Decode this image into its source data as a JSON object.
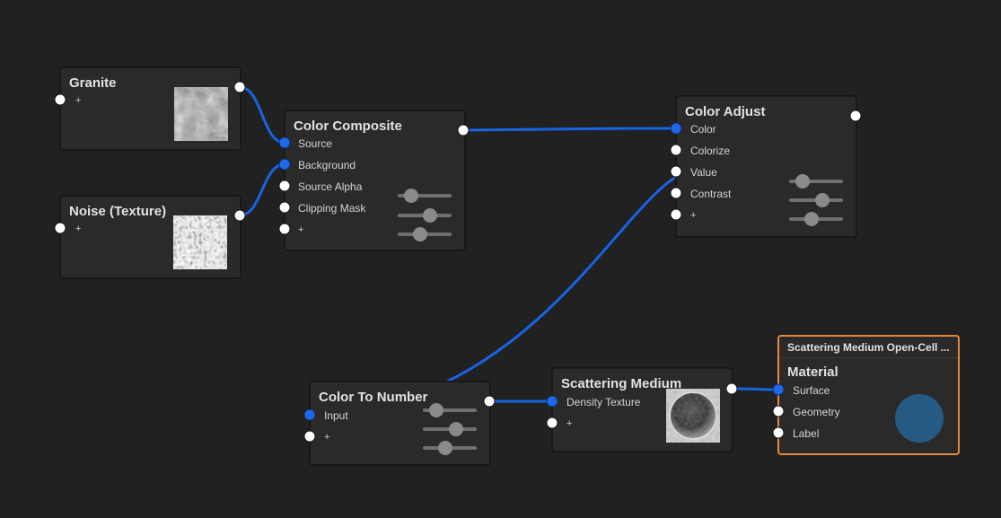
{
  "colors": {
    "wire": "#1764e4",
    "port_connected": "#1f68e8",
    "port_open": "#ffffff",
    "selected_outline": "#e6883a",
    "material_swatch": "#255a84"
  },
  "nodes": {
    "granite": {
      "title": "Granite",
      "inputs": [
        "+"
      ],
      "thumbnail": "granite-texture-preview"
    },
    "noise": {
      "title": "Noise (Texture)",
      "inputs": [
        "+"
      ],
      "thumbnail": "noise-texture-preview"
    },
    "color_composite": {
      "title": "Color Composite",
      "inputs": [
        "Source",
        "Background",
        "Source Alpha",
        "Clipping Mask",
        "+"
      ],
      "sliders": [
        0.25,
        0.6,
        0.42
      ]
    },
    "color_adjust": {
      "title": "Color Adjust",
      "inputs": [
        "Color",
        "Colorize",
        "Value",
        "Contrast",
        "+"
      ],
      "sliders": [
        0.25,
        0.62,
        0.42
      ]
    },
    "color_to_number": {
      "title": "Color To Number",
      "inputs": [
        "Input",
        "+"
      ],
      "sliders": [
        0.25,
        0.62,
        0.42
      ]
    },
    "scattering_medium": {
      "title": "Scattering Medium",
      "inputs": [
        "Density Texture",
        "+"
      ],
      "thumbnail": "sphere-render-preview"
    },
    "material": {
      "header": "Scattering Medium Open-Cell ...",
      "title": "Material",
      "inputs": [
        "Surface",
        "Geometry",
        "Label"
      ],
      "swatch_color": "#255a84"
    }
  }
}
